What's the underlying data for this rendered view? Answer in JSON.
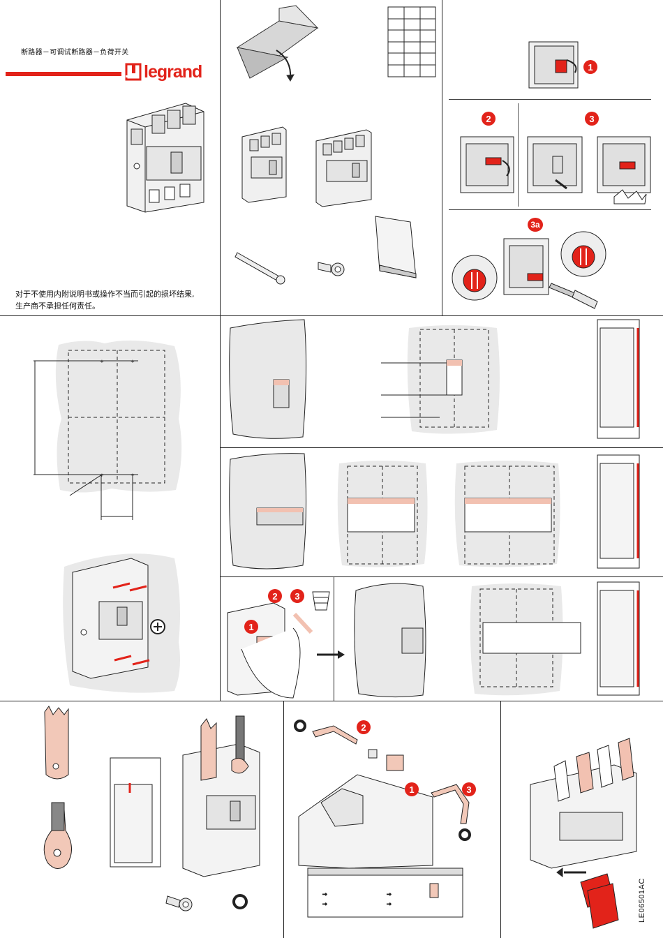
{
  "header": {
    "title": "断路器－可调试断路器－负荷开关",
    "brand": "legrand",
    "brand_color": "#e2231a"
  },
  "disclaimer": {
    "line1": "对于不使用内附说明书或操作不当而引起的损坏结果,",
    "line2": "生产商不承担任何责任。"
  },
  "steps": {
    "s1": "1",
    "s2": "2",
    "s3": "3",
    "s3a": "3a"
  },
  "footer": {
    "document_code": "LE06501AC"
  },
  "icons": [
    "box-icon",
    "breaker-icon",
    "screw-icon",
    "bolt-icon",
    "screwdriver-icon",
    "wastebasket-icon",
    "hex-key-icon",
    "arrow-icon"
  ]
}
